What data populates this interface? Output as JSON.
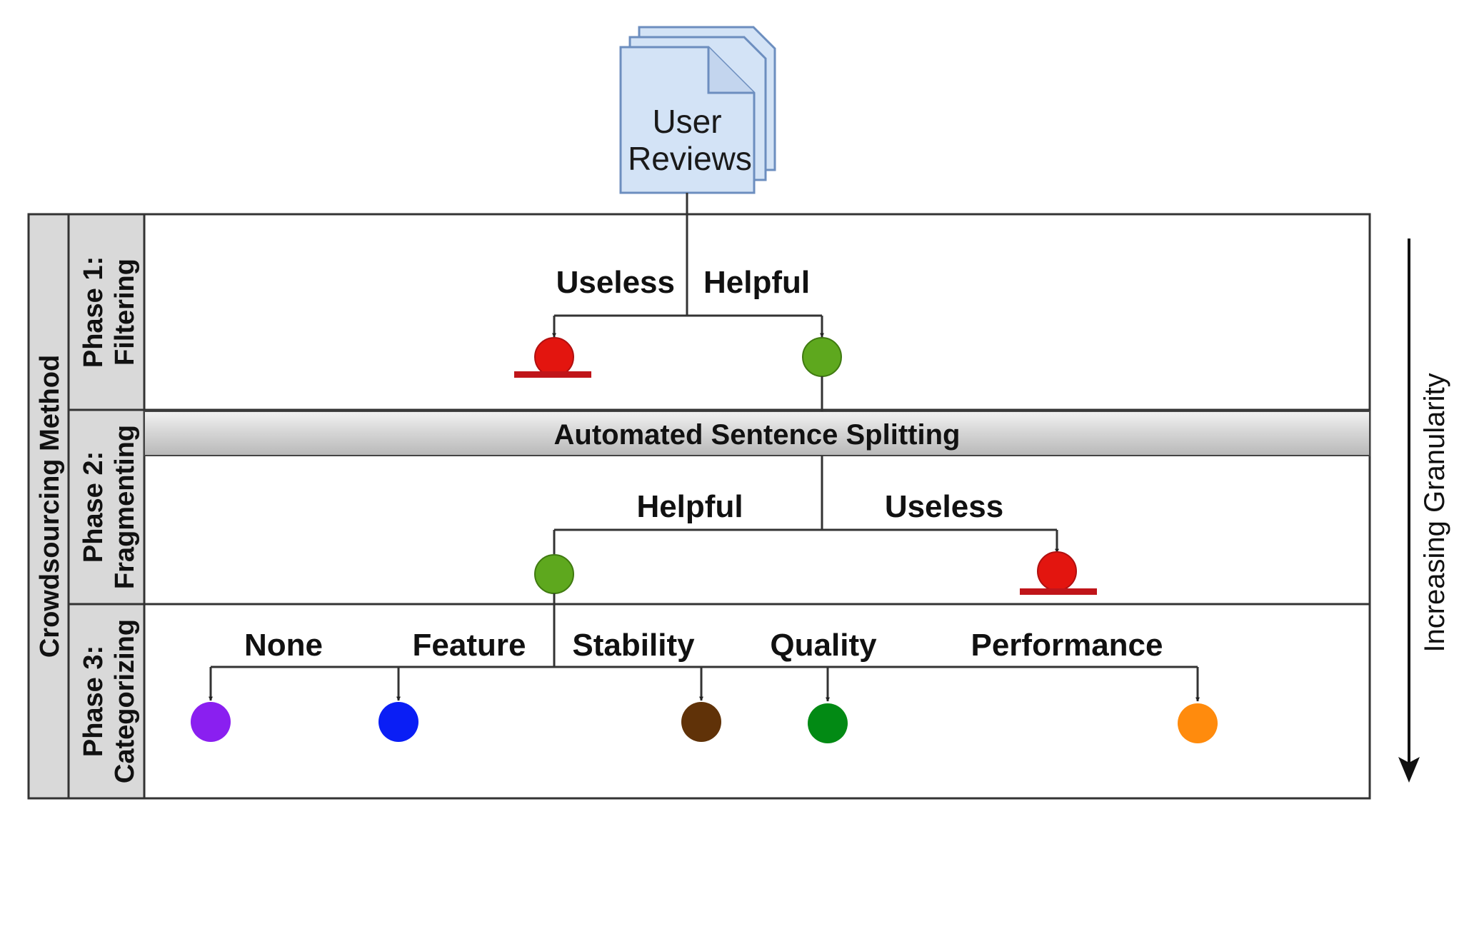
{
  "source": {
    "line1": "User",
    "line2": "Reviews"
  },
  "method_label": "Crowdsourcing Method",
  "phases": [
    {
      "line1": "Phase 1:",
      "line2": "Filtering"
    },
    {
      "line1": "Phase 2:",
      "line2": "Fragmenting"
    },
    {
      "line1": "Phase 3:",
      "line2": "Categorizing"
    }
  ],
  "phase1": {
    "left_label": "Useless",
    "right_label": "Helpful"
  },
  "splitter_label": "Automated Sentence Splitting",
  "phase2": {
    "left_label": "Helpful",
    "right_label": "Useless"
  },
  "categories": [
    "None",
    "Feature",
    "Stability",
    "Quality",
    "Performance"
  ],
  "granularity_label": "Increasing Granularity",
  "colors": {
    "useless": "#e3150f",
    "helpful": "#5ea81e",
    "discard_bar": "#c0151a",
    "doc_fill": "#d3e3f6",
    "doc_stroke": "#6c8ebf",
    "none": "#8a1ff0",
    "feature": "#0a1ef5",
    "stability": "#603208",
    "quality": "#028a14",
    "performance": "#ff8b0d",
    "side_fill": "#d9d9d9"
  }
}
